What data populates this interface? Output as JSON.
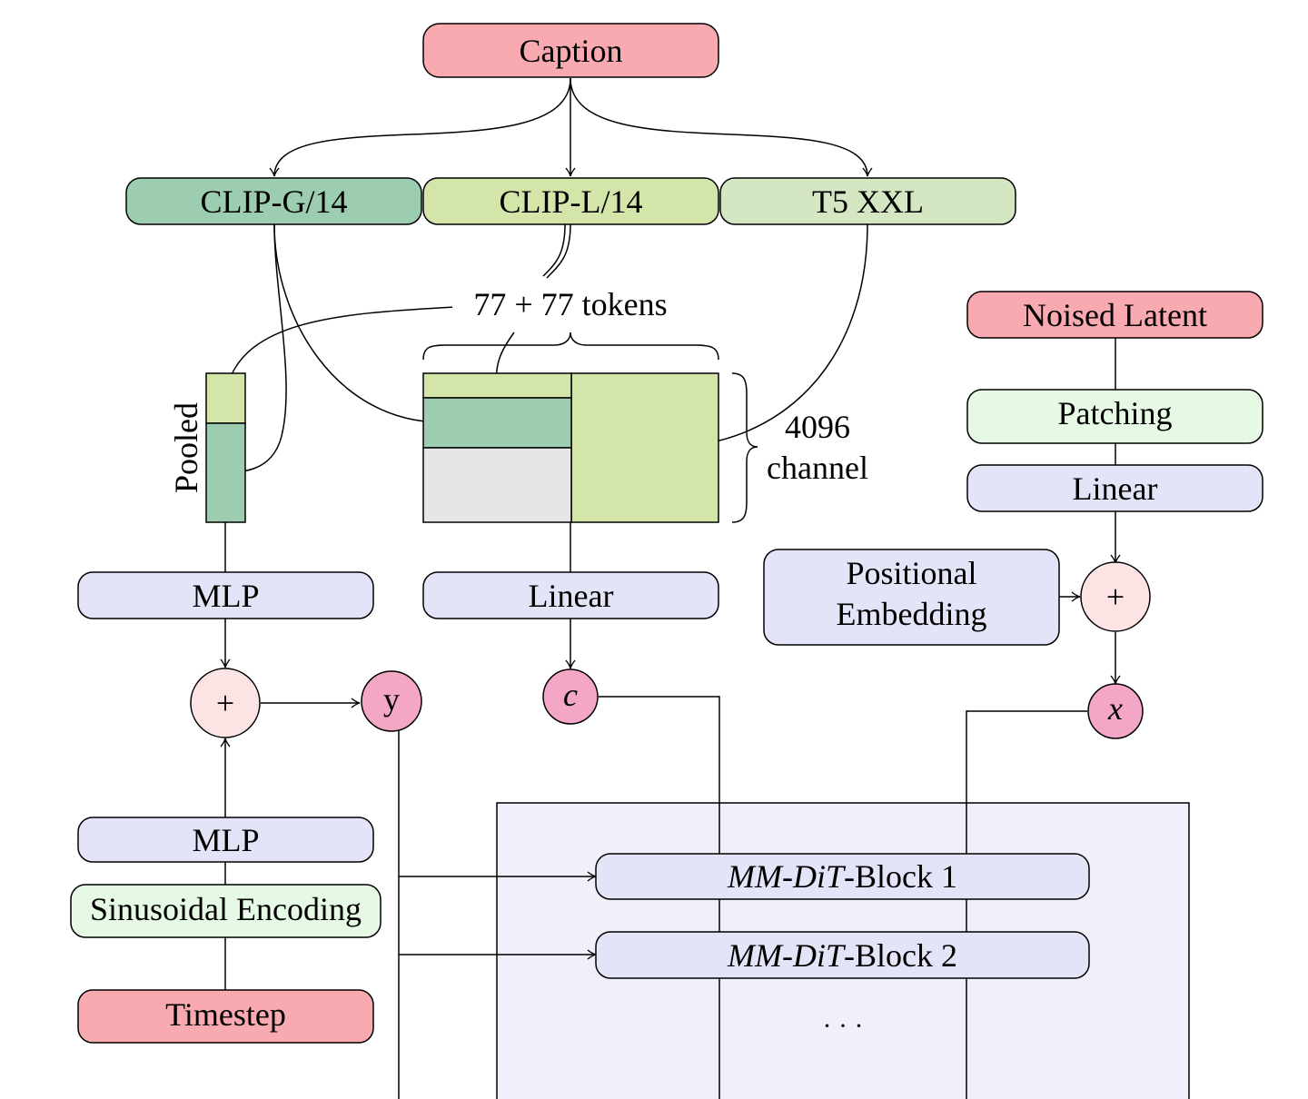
{
  "labels": {
    "caption": "Caption",
    "clip_g": "CLIP-G/14",
    "clip_l": "CLIP-L/14",
    "t5": "T5 XXL",
    "tokens": "77 + 77 tokens",
    "channel_line1": "4096",
    "channel_line2": "channel",
    "pooled": "Pooled",
    "mlp_top": "MLP",
    "linear_mid": "Linear",
    "plus": "+",
    "y": "y",
    "c": "c",
    "x": "x",
    "mlp_bottom": "MLP",
    "sinusoidal": "Sinusoidal Encoding",
    "timestep": "Timestep",
    "noised_latent": "Noised Latent",
    "patching": "Patching",
    "linear_right": "Linear",
    "positional_line1": "Positional",
    "positional_line2": "Embedding",
    "block1_prefix": "MM-DiT",
    "block1_suffix": "-Block 1",
    "block2_prefix": "MM-DiT",
    "block2_suffix": "-Block 2",
    "ellipsis": "· · ·"
  },
  "colors": {
    "caption_red": "#f8aab0",
    "clip_g_green": "#9ccdb0",
    "clip_l_green": "#d3e5a8",
    "t5_green": "#d5e7c2",
    "lavender": "#e4e4f8",
    "light_green": "#e6f9e4",
    "gray": "#e6e6e6",
    "plus_pink": "#fde4e4",
    "var_pink": "#f3a6c5",
    "block_area": "#f0f0fb"
  }
}
